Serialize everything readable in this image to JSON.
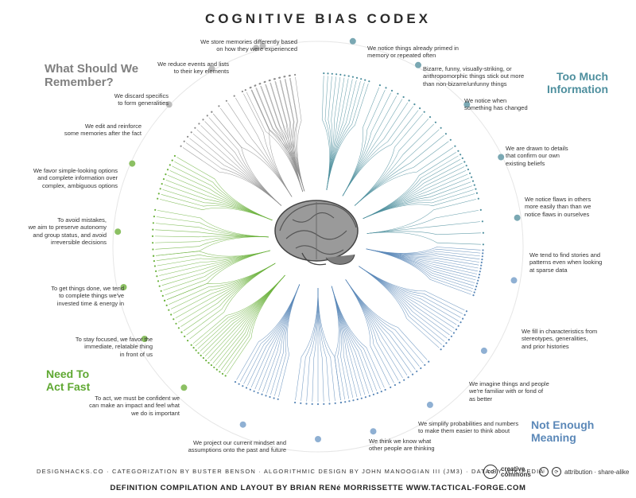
{
  "title": "COGNITIVE BIAS CODEX",
  "quadrants": {
    "top_left": [
      "What Should We",
      "Remember?"
    ],
    "top_right": [
      "Too Much",
      "Information"
    ],
    "bottom_left": [
      "Need To",
      "Act Fast"
    ],
    "bottom_right": [
      "Not Enough",
      "Meaning"
    ]
  },
  "colors": {
    "gray": "#8c8c8c",
    "teal": "#4e8f9e",
    "green": "#6db33f",
    "blue": "#5b88b8",
    "dot_gray": "#bdbdbd",
    "dot_teal": "#7aa8b3",
    "dot_green": "#8cc063",
    "dot_blue": "#8fb0d3"
  },
  "categories": [
    {
      "key": "c1",
      "lines": [
        "We store memories differently based",
        "on how they were experienced"
      ]
    },
    {
      "key": "c2",
      "lines": [
        "We notice things already primed in",
        "memory or repeated often"
      ]
    },
    {
      "key": "c3",
      "lines": [
        "Bizarre, funny, visually-striking, or",
        "anthropomorphic things stick out more",
        "than non-bizarre/unfunny things"
      ]
    },
    {
      "key": "c4",
      "lines": [
        "We notice when",
        "something has changed"
      ]
    },
    {
      "key": "c5",
      "lines": [
        "We are drawn to details",
        "that confirm our own",
        "existing beliefs"
      ]
    },
    {
      "key": "c6",
      "lines": [
        "We notice flaws in others",
        "more easily than than we",
        "notice flaws in ourselves"
      ]
    },
    {
      "key": "c7",
      "lines": [
        "We tend to find stories and",
        "patterns even when looking",
        "at sparse data"
      ]
    },
    {
      "key": "c8",
      "lines": [
        "We fill in characteristics from",
        "stereotypes, generalities,",
        "and prior histories"
      ]
    },
    {
      "key": "c9",
      "lines": [
        "We imagine things and people",
        "we're familiar with or fond of",
        "as better"
      ]
    },
    {
      "key": "c10",
      "lines": [
        "We simplify probabilities and numbers",
        "to make them easier to think about"
      ]
    },
    {
      "key": "c11",
      "lines": [
        "We think we know what",
        "other people are thinking"
      ]
    },
    {
      "key": "c12",
      "lines": [
        "We project our current mindset and",
        "assumptions onto the past and future"
      ]
    },
    {
      "key": "c13",
      "lines": [
        "To act, we must be confident we",
        "can make an impact and feel what",
        "we do is important"
      ]
    },
    {
      "key": "c14",
      "lines": [
        "To stay focused, we favor the",
        "immediate, relatable thing",
        "in front of us"
      ]
    },
    {
      "key": "c15",
      "lines": [
        "To get things done, we tend",
        "to complete things we've",
        "invested time & energy in"
      ]
    },
    {
      "key": "c16",
      "lines": [
        "To avoid mistakes,",
        "we aim to preserve autonomy",
        "and group status, and avoid",
        "irreversible decisions"
      ]
    },
    {
      "key": "c17",
      "lines": [
        "We favor simple-looking options",
        "and complete information over",
        "complex, ambiguous options"
      ]
    },
    {
      "key": "c18",
      "lines": [
        "We edit and reinforce",
        "some memories after the fact"
      ]
    },
    {
      "key": "c19",
      "lines": [
        "We discard specifics",
        "to form generalities"
      ]
    },
    {
      "key": "c20",
      "lines": [
        "We reduce events and lists",
        "to their key elements"
      ]
    }
  ],
  "footer": {
    "line1": "DESIGNHACKS.CO · CATEGORIZATION BY BUSTER BENSON · ALGORITHMIC DESIGN BY JOHN MANOOGIAN III (JM3) · DATA BY WIKIPEDIA",
    "line2": "DEFINITION COMPILATION AND LAYOUT BY BRIAN RENé MORRISSETTE     WWW.TACTICAL-FORGE.COM",
    "license_brand": "creative commons",
    "license_logo": "cc",
    "license_text": "attribution · share-alike"
  }
}
